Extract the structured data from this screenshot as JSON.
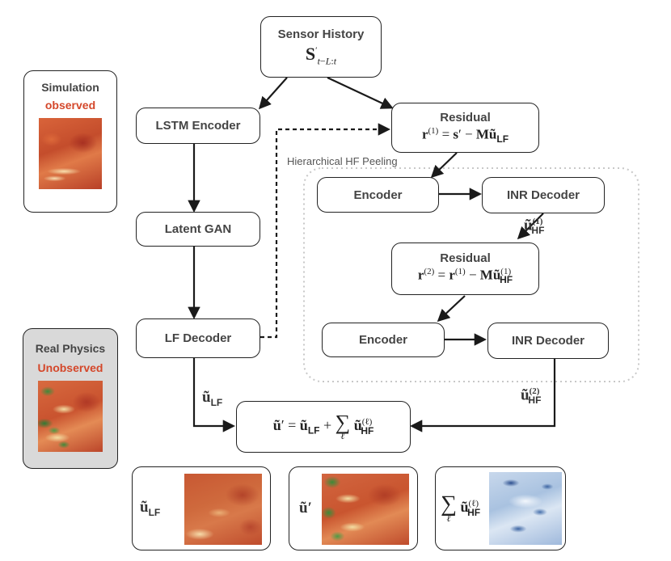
{
  "sensor_history": {
    "label": "Sensor History"
  },
  "lstm_encoder": {
    "label": "LSTM Encoder"
  },
  "latent_gan": {
    "label": "Latent GAN"
  },
  "lf_decoder": {
    "label": "LF Decoder"
  },
  "residual_1": {
    "label": "Residual"
  },
  "residual_2": {
    "label": "Residual"
  },
  "hf_group": {
    "label": "Hierarchical HF Peeling"
  },
  "encoder_1": {
    "label": "Encoder"
  },
  "inr_decoder_1": {
    "label": "INR Decoder"
  },
  "encoder_2": {
    "label": "Encoder"
  },
  "inr_decoder_2": {
    "label": "INR Decoder"
  },
  "simulation_panel": {
    "title": "Simulation",
    "status": "observed",
    "status_color": "#d4472a"
  },
  "real_physics_panel": {
    "title": "Real Physics",
    "status": "Unobserved",
    "status_color": "#d4472a",
    "background": "#d9d9d9"
  },
  "colors": {
    "stroke": "#1a1a1a",
    "group_border": "#c8c8c8"
  }
}
